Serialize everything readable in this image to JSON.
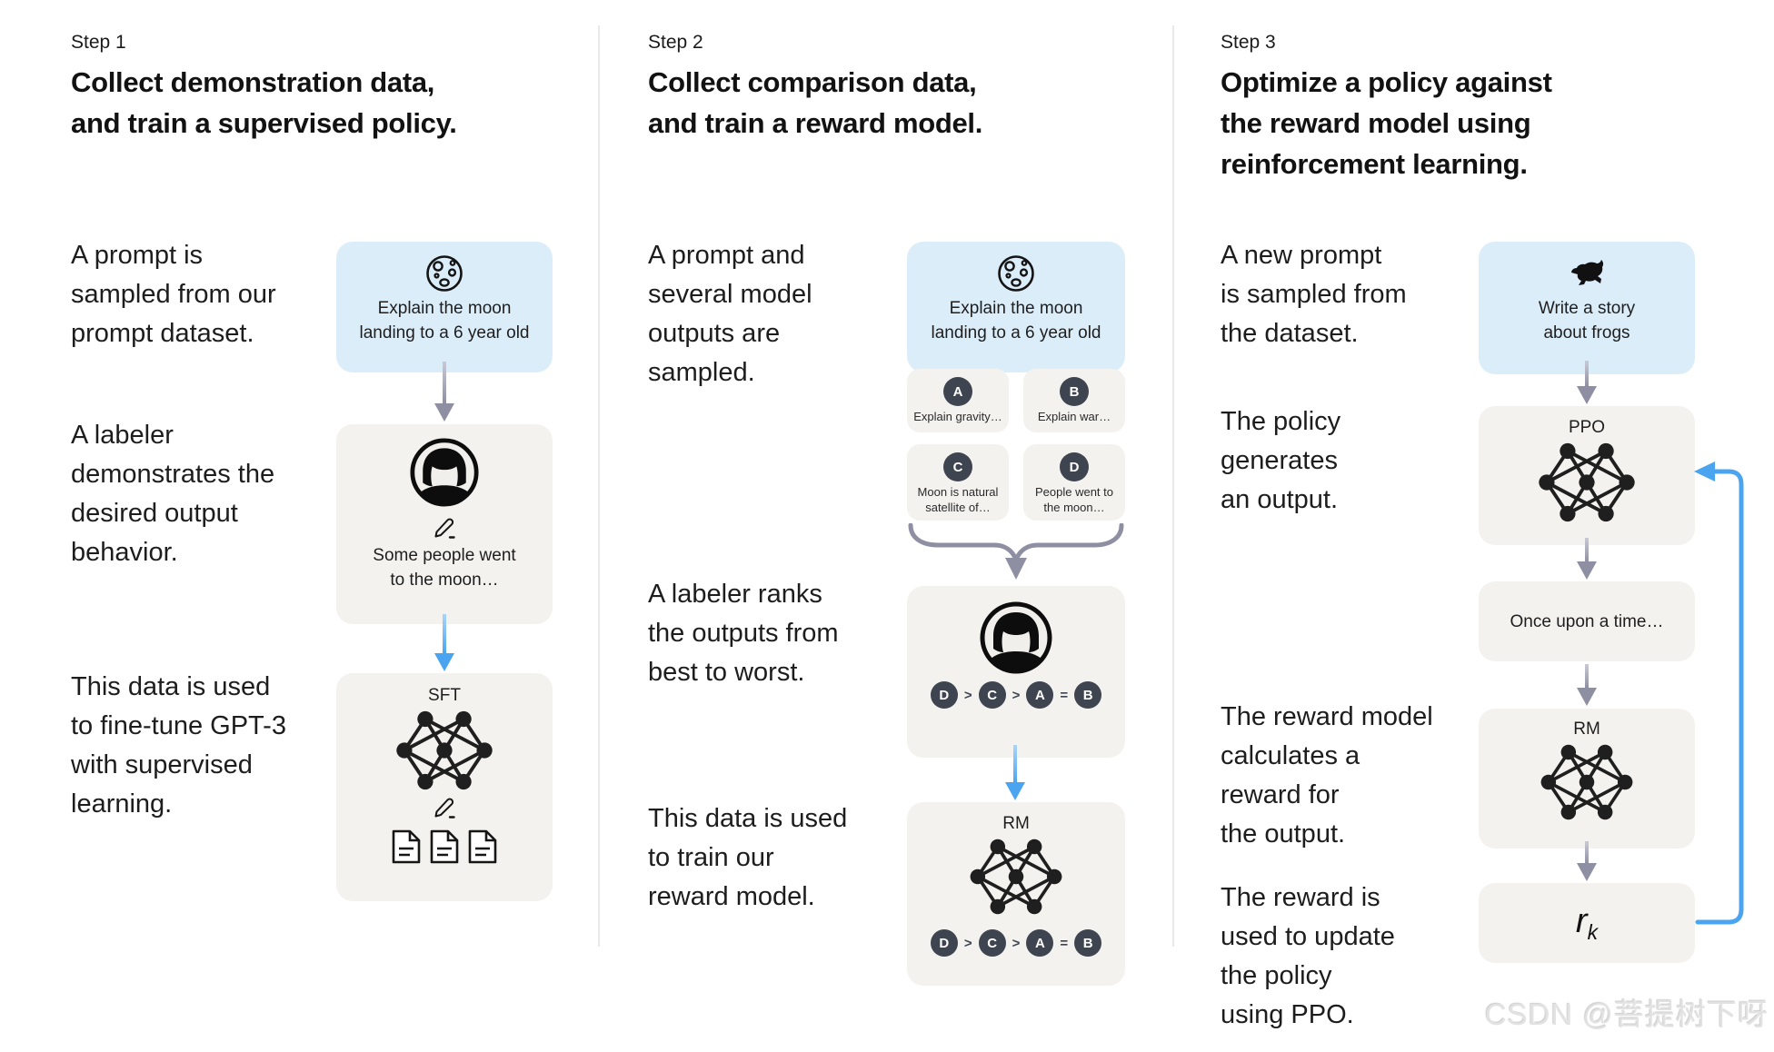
{
  "watermark": "CSDN @菩提树下呀",
  "colors": {
    "prompt_box_bg": "#dcedfa",
    "model_box_bg": "#f3f2ef",
    "arrow_gray": "#8f8fa3",
    "arrow_blue": "#4aa4f0",
    "letter_circle_bg": "#3e4450"
  },
  "steps": [
    {
      "step_label": "Step 1",
      "title": "Collect demonstration data,\nand train a supervised policy.",
      "annotations": [
        "A prompt is\nsampled from our\nprompt dataset.",
        "A labeler\ndemonstrates the\ndesired output\nbehavior.",
        "This data is used\nto fine-tune GPT-3\nwith supervised\nlearning."
      ],
      "prompt_box": {
        "icon": "moon-icon",
        "text": "Explain the moon\nlanding to a 6 year old"
      },
      "labeler_box": {
        "icon": "labeler-avatar",
        "text": "Some people went\nto the moon…"
      },
      "model_box": {
        "label": "SFT"
      }
    },
    {
      "step_label": "Step 2",
      "title": "Collect comparison data,\nand train a reward model.",
      "annotations": [
        "A prompt and\nseveral model\noutputs are\nsampled.",
        "A labeler ranks\nthe outputs from\nbest to worst.",
        "This data is used\nto train our\nreward model."
      ],
      "prompt_box": {
        "icon": "moon-icon",
        "text": "Explain the moon\nlanding to a 6 year old"
      },
      "outputs": [
        {
          "letter": "A",
          "text": "Explain gravity…"
        },
        {
          "letter": "B",
          "text": "Explain war…"
        },
        {
          "letter": "C",
          "text": "Moon is natural\nsatellite of…"
        },
        {
          "letter": "D",
          "text": "People went to\nthe moon…"
        }
      ],
      "ranking": {
        "letters": [
          "D",
          "C",
          "A",
          "B"
        ],
        "ops": [
          ">",
          ">",
          "="
        ]
      },
      "model_box": {
        "label": "RM"
      }
    },
    {
      "step_label": "Step 3",
      "title": "Optimize a policy against\nthe reward model using\nreinforcement learning.",
      "annotations": [
        "A new prompt\nis sampled from\nthe dataset.",
        "The policy\ngenerates\nan output.",
        "The reward model\ncalculates a\nreward for\nthe output.",
        "The reward is\nused to update\nthe policy\nusing PPO."
      ],
      "prompt_box": {
        "icon": "frog-icon",
        "text": "Write a story\nabout frogs"
      },
      "policy_box": {
        "label": "PPO"
      },
      "output_box": {
        "text": "Once upon a time…"
      },
      "reward_model_box": {
        "label": "RM"
      },
      "reward_box": {
        "main": "r",
        "sub": "k"
      }
    }
  ]
}
